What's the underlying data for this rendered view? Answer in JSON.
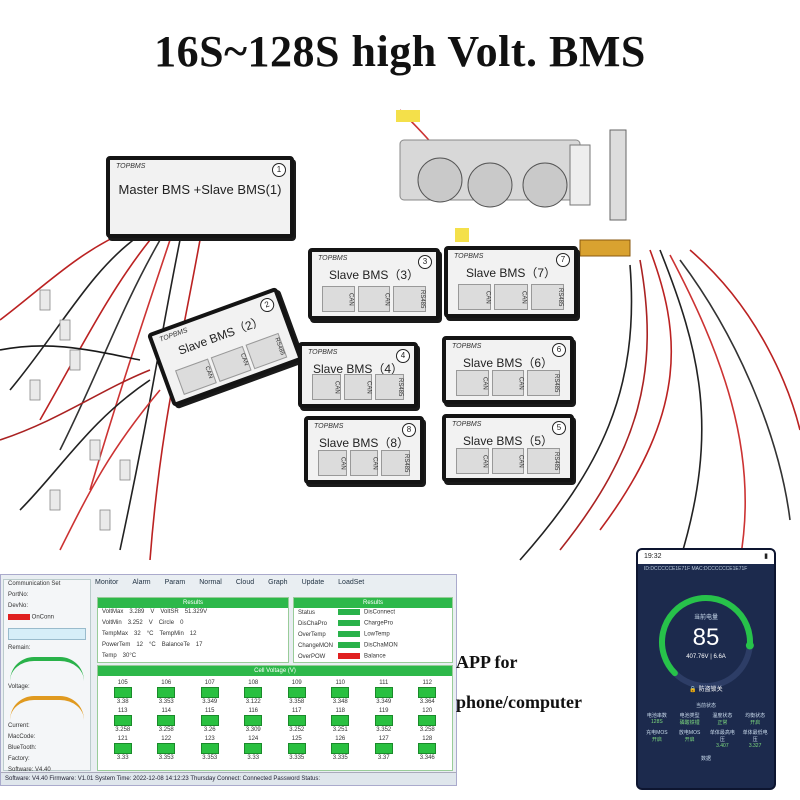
{
  "header": {
    "title": "16S~128S high Volt. BMS"
  },
  "modules": {
    "brand": "TOPBMS",
    "master_label": "Master BMS +Slave BMS(1)",
    "master_number": "1",
    "slaves": [
      {
        "label": "Slave BMS（2）",
        "number": "2"
      },
      {
        "label": "Slave BMS（3）",
        "number": "3"
      },
      {
        "label": "Slave BMS（7）",
        "number": "7"
      },
      {
        "label": "Slave BMS（4）",
        "number": "4"
      },
      {
        "label": "Slave BMS（6）",
        "number": "6"
      },
      {
        "label": "Slave BMS（8）",
        "number": "8"
      },
      {
        "label": "Slave BMS（5）",
        "number": "5"
      }
    ],
    "ports": [
      "CAN",
      "CAN",
      "RS485"
    ]
  },
  "pc_app": {
    "tabs": [
      "Monitor",
      "Alarm",
      "Param",
      "Normal",
      "Cloud",
      "Graph",
      "Update",
      "LoadSet"
    ],
    "side_labels": [
      "Communication Set",
      "PortNo:",
      "DevNo:",
      "OnConn",
      "Remain:",
      "Voltage:",
      "Current:",
      "MacCode:",
      "BlueTooth:",
      "Factory:",
      "Software: V4.40"
    ],
    "results_title": "Results",
    "results_rows": [
      {
        "k": "VoltMax",
        "v": "3.289",
        "u": "V",
        "k2": "VoltSR",
        "v2": "51.329V"
      },
      {
        "k": "VoltMin",
        "v": "3.252",
        "u": "V",
        "k2": "Circle",
        "v2": "0"
      },
      {
        "k": "TempMax",
        "v": "32",
        "u": "°C",
        "k2": "TempMin",
        "v2": "12"
      },
      {
        "k": "PowerTem",
        "v": "12",
        "u": "°C",
        "k2": "BalanceTe",
        "v2": "17"
      },
      {
        "k": "Temp",
        "v": "30°C",
        "u": "",
        "k2": "",
        "v2": ""
      }
    ],
    "status_title": "Results",
    "status_rows": [
      {
        "k": "Status",
        "k2": "DisConnect"
      },
      {
        "k": "DisChaPro",
        "k2": "ChargePro"
      },
      {
        "k": "OverTemp",
        "k2": "LowTemp"
      },
      {
        "k": "ChangeMON",
        "k2": "DisChaMON"
      },
      {
        "k": "OverPOW",
        "k2": "Balance"
      }
    ],
    "cell_title": "Cell Voltage (V)",
    "cells": [
      {
        "n": "105",
        "v": "3.38"
      },
      {
        "n": "106",
        "v": "3.353"
      },
      {
        "n": "107",
        "v": "3.349"
      },
      {
        "n": "108",
        "v": "3.122"
      },
      {
        "n": "109",
        "v": "3.358"
      },
      {
        "n": "110",
        "v": "3.348"
      },
      {
        "n": "111",
        "v": "3.349"
      },
      {
        "n": "112",
        "v": "3.364"
      },
      {
        "n": "113",
        "v": "3.258"
      },
      {
        "n": "114",
        "v": "3.258"
      },
      {
        "n": "115",
        "v": "3.26"
      },
      {
        "n": "116",
        "v": "3.309"
      },
      {
        "n": "117",
        "v": "3.252"
      },
      {
        "n": "118",
        "v": "3.251"
      },
      {
        "n": "119",
        "v": "3.352"
      },
      {
        "n": "120",
        "v": "3.258"
      },
      {
        "n": "121",
        "v": "3.33"
      },
      {
        "n": "122",
        "v": "3.353"
      },
      {
        "n": "123",
        "v": "3.353"
      },
      {
        "n": "124",
        "v": "3.33"
      },
      {
        "n": "125",
        "v": "3.335"
      },
      {
        "n": "126",
        "v": "3.335"
      },
      {
        "n": "127",
        "v": "3.37"
      },
      {
        "n": "128",
        "v": "3.346"
      }
    ],
    "status_bar": "Software: V4.40    Firmware: V1.01    System Time: 2022-12-08 14:12:23 Thursday    Connect: Connected    Password Status:"
  },
  "app_label": {
    "line1": "APP for",
    "line2": "phone/computer"
  },
  "phone_app": {
    "time": "19:32",
    "device": "ID:DCCCCCE1E71F MAC:DCCCCCCE1E71F",
    "gauge_label": "当前电量",
    "soc": "85",
    "voltage": "407.76V",
    "current": "6.6A",
    "lock_label": "防盗锁关",
    "section_label": "当前状态",
    "grid": [
      {
        "k": "电池串数",
        "v": "128S"
      },
      {
        "k": "电池类型",
        "v": "磷酸铁锂"
      },
      {
        "k": "温度状态",
        "v": "正常"
      },
      {
        "k": "均衡状态",
        "v": "开启"
      },
      {
        "k": "充电MOS",
        "v": "开启"
      },
      {
        "k": "放电MOS",
        "v": "开启"
      },
      {
        "k": "单体最高电压",
        "v": "3.407"
      },
      {
        "k": "单体最低电压",
        "v": "3.327"
      }
    ],
    "footer": "数据"
  },
  "colors": {
    "accent_green": "#29b24a",
    "alarm_red": "#e02020",
    "phone_bg": "#1c2a4d",
    "gauge_green": "#27c24a"
  }
}
